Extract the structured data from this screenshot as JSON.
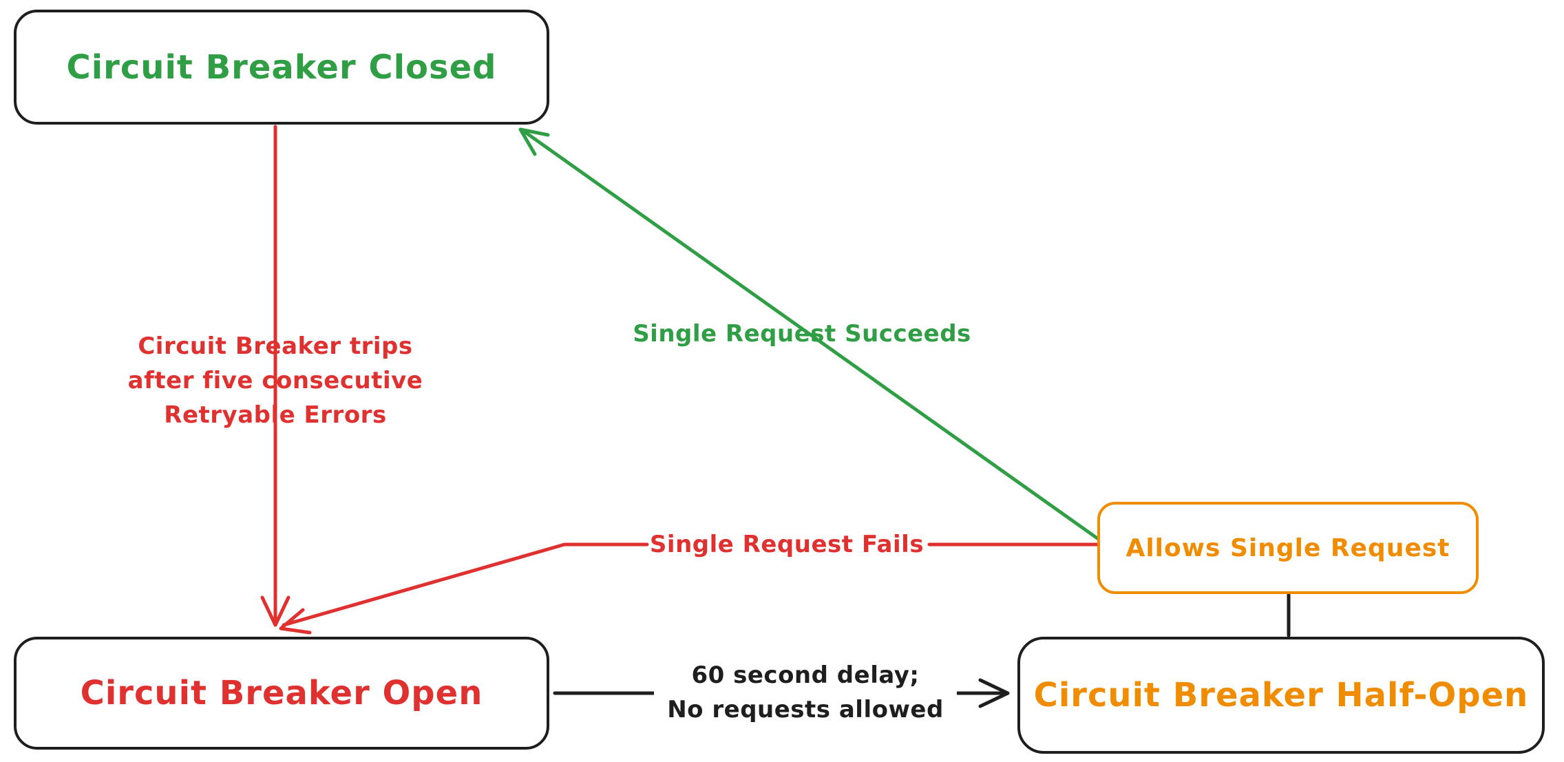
{
  "colors": {
    "green": "#2f9e44",
    "red": "#e03131",
    "orange": "#f08c00",
    "black": "#1e1e1e",
    "background": "#ffffff"
  },
  "nodes": {
    "closed": {
      "label": "Circuit Breaker Closed"
    },
    "open": {
      "label": "Circuit Breaker Open"
    },
    "half_open": {
      "label": "Circuit Breaker Half-Open"
    },
    "allows": {
      "label": "Allows Single Request"
    }
  },
  "edges": {
    "trip": {
      "label_lines": [
        "Circuit Breaker trips",
        "after five consecutive",
        "Retryable Errors"
      ]
    },
    "succeeds": {
      "label": "Single Request Succeeds"
    },
    "fails": {
      "label": "Single Request Fails"
    },
    "delay": {
      "label_lines": [
        "60 second delay;",
        "No requests allowed"
      ]
    }
  }
}
